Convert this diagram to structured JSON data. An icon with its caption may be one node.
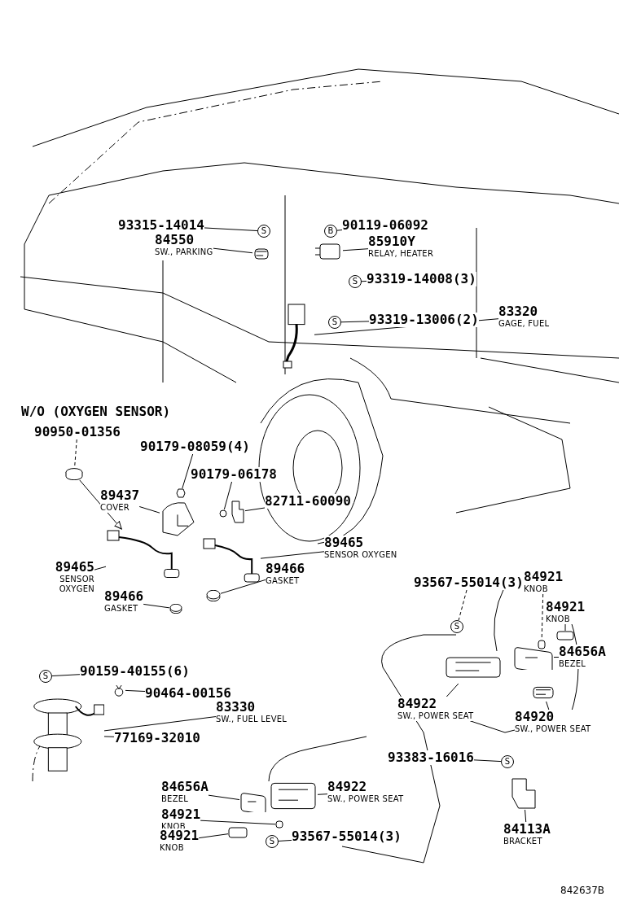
{
  "diagram": {
    "nodes": [
      {
        "text": [
          "93315-14014"
        ]
      },
      {
        "text": [
          "84550",
          "SW., PARKING"
        ]
      },
      {
        "text": [
          "S"
        ]
      },
      {
        "text": [],
        "shape": "switch"
      },
      {
        "text": [
          "B"
        ]
      },
      {
        "text": [
          "90119-06092"
        ]
      },
      {
        "text": [
          "85910Y",
          "RELAY, HEATER"
        ]
      },
      {
        "text": [],
        "shape": "relay"
      },
      {
        "text": [
          "S"
        ]
      },
      {
        "text": [
          "93319-14008(3)"
        ]
      },
      {
        "text": [
          "S"
        ]
      },
      {
        "text": [
          "93319-13006(2)"
        ]
      },
      {
        "text": [
          "83320",
          "GAGE, FUEL"
        ]
      },
      {
        "text": [],
        "shape": "gauge"
      },
      {
        "text": [
          "W/O (OXYGEN SENSOR)"
        ]
      },
      {
        "text": [
          "90950-01356"
        ]
      },
      {
        "text": [],
        "shape": "plug"
      },
      {
        "text": [
          "90179-08059(4)"
        ]
      },
      {
        "text": [],
        "shape": "nut"
      },
      {
        "text": [
          "90179-06178"
        ]
      },
      {
        "text": [],
        "shape": "washer"
      },
      {
        "text": [
          "82711-60090"
        ]
      },
      {
        "text": [],
        "shape": "bracket"
      },
      {
        "text": [
          "89437",
          "COVER"
        ]
      },
      {
        "text": [],
        "shape": "cover"
      },
      {
        "text": [],
        "shape": "sensor"
      },
      {
        "text": [
          "89465",
          "SENSOR OXYGEN"
        ]
      },
      {
        "text": [
          "89466",
          "GASKET"
        ]
      },
      {
        "text": [],
        "shape": "gasket"
      },
      {
        "text": [],
        "shape": "sensor"
      },
      {
        "text": [
          "89465",
          "SENSOR OXYGEN"
        ]
      },
      {
        "text": [
          "89466",
          "GASKET"
        ]
      },
      {
        "text": [],
        "shape": "gasket"
      },
      {
        "text": [
          "93567-55014(3)"
        ]
      },
      {
        "text": [
          "S"
        ]
      },
      {
        "text": [
          "84921",
          "KNOB"
        ]
      },
      {
        "text": [],
        "shape": "knob"
      },
      {
        "text": [
          "84921",
          "KNOB"
        ]
      },
      {
        "text": [],
        "shape": "knob"
      },
      {
        "text": [
          "84656A",
          "BEZEL"
        ]
      },
      {
        "text": [],
        "shape": "bezel"
      },
      {
        "text": [],
        "shape": "switch"
      },
      {
        "text": [
          "84922",
          "SW., POWER SEAT"
        ]
      },
      {
        "text": [],
        "shape": "switch"
      },
      {
        "text": [
          "84920",
          "SW., POWER SEAT"
        ]
      },
      {
        "text": [
          "93383-16016"
        ]
      },
      {
        "text": [
          "S"
        ]
      },
      {
        "text": [],
        "shape": "bracket"
      },
      {
        "text": [
          "84113A",
          "BRACKET"
        ]
      },
      {
        "text": [
          "S"
        ]
      },
      {
        "text": [
          "90159-40155(6)"
        ]
      },
      {
        "text": [],
        "shape": "clip"
      },
      {
        "text": [
          "90464-00156"
        ]
      },
      {
        "text": [],
        "shape": "pump"
      },
      {
        "text": [
          "83330",
          "SW., FUEL LEVEL"
        ]
      },
      {
        "text": [
          "77169-32010"
        ]
      },
      {
        "text": [
          "84656A",
          "BEZEL"
        ]
      },
      {
        "text": [],
        "shape": "bezel"
      },
      {
        "text": [
          "84921",
          "KNOB"
        ]
      },
      {
        "text": [],
        "shape": "knob"
      },
      {
        "text": [
          "84921",
          "KNOB"
        ]
      },
      {
        "text": [],
        "shape": "knob"
      },
      {
        "text": [],
        "shape": "switch"
      },
      {
        "text": [
          "84922",
          "SW., POWER SEAT"
        ]
      },
      {
        "text": [
          "S"
        ]
      },
      {
        "text": [
          "93567-55014(3)"
        ]
      }
    ],
    "edges": [
      {
        "from": 0,
        "to": 2,
        "arrow": "none"
      },
      {
        "from": 1,
        "to": 3,
        "arrow": "none"
      },
      {
        "from": 4,
        "to": 5,
        "arrow": "none"
      },
      {
        "from": 6,
        "to": 7,
        "arrow": "none"
      },
      {
        "from": 8,
        "to": 9,
        "arrow": "none"
      },
      {
        "from": 10,
        "to": 11,
        "arrow": "none"
      },
      {
        "from": 12,
        "to": 13,
        "arrow": "none"
      },
      {
        "from": 15,
        "to": 16,
        "arrow": "none",
        "style": "dashed"
      },
      {
        "from": 16,
        "to": 25,
        "arrow": "to"
      },
      {
        "from": 17,
        "to": 18,
        "arrow": "none"
      },
      {
        "from": 19,
        "to": 20,
        "arrow": "none"
      },
      {
        "from": 21,
        "to": 22,
        "arrow": "none"
      },
      {
        "from": 23,
        "to": 24,
        "arrow": "none"
      },
      {
        "from": 26,
        "to": 25,
        "arrow": "none"
      },
      {
        "from": 27,
        "to": 28,
        "arrow": "none"
      },
      {
        "from": 30,
        "to": 29,
        "arrow": "none"
      },
      {
        "from": 31,
        "to": 32,
        "arrow": "none"
      },
      {
        "from": 33,
        "to": 34,
        "arrow": "none",
        "style": "dashed"
      },
      {
        "from": 35,
        "to": 36,
        "arrow": "none",
        "style": "dashed"
      },
      {
        "from": 37,
        "to": 38,
        "arrow": "none"
      },
      {
        "from": 39,
        "to": 40,
        "arrow": "none"
      },
      {
        "from": 42,
        "to": 41,
        "arrow": "none"
      },
      {
        "from": 44,
        "to": 43,
        "arrow": "none"
      },
      {
        "from": 45,
        "to": 46,
        "arrow": "none"
      },
      {
        "from": 48,
        "to": 47,
        "arrow": "none"
      },
      {
        "from": 49,
        "to": 50,
        "arrow": "none"
      },
      {
        "from": 52,
        "to": 51,
        "arrow": "none"
      },
      {
        "from": 54,
        "to": 53,
        "arrow": "none"
      },
      {
        "from": 55,
        "to": 53,
        "arrow": "none"
      },
      {
        "from": 56,
        "to": 57,
        "arrow": "none"
      },
      {
        "from": 58,
        "to": 59,
        "arrow": "none"
      },
      {
        "from": 60,
        "to": 61,
        "arrow": "none"
      },
      {
        "from": 63,
        "to": 62,
        "arrow": "none"
      },
      {
        "from": 64,
        "to": 65,
        "arrow": "none"
      }
    ],
    "labels": [
      "842637B"
    ]
  }
}
